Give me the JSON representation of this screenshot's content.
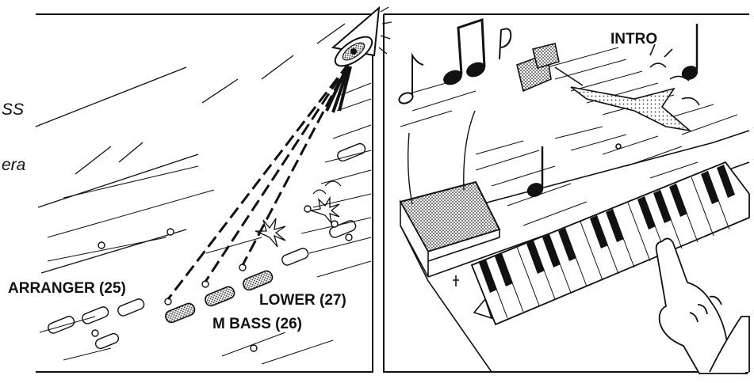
{
  "margin_text": {
    "line1": "SS",
    "line2": "era"
  },
  "labels": {
    "arranger": "ARRANGER (25)",
    "lower": "LOWER (27)",
    "m_bass": "M BASS (26)",
    "intro": "INTRO"
  },
  "colors": {
    "ink": "#111111",
    "paper": "#ffffff",
    "highlight": "#8a8a8a"
  }
}
